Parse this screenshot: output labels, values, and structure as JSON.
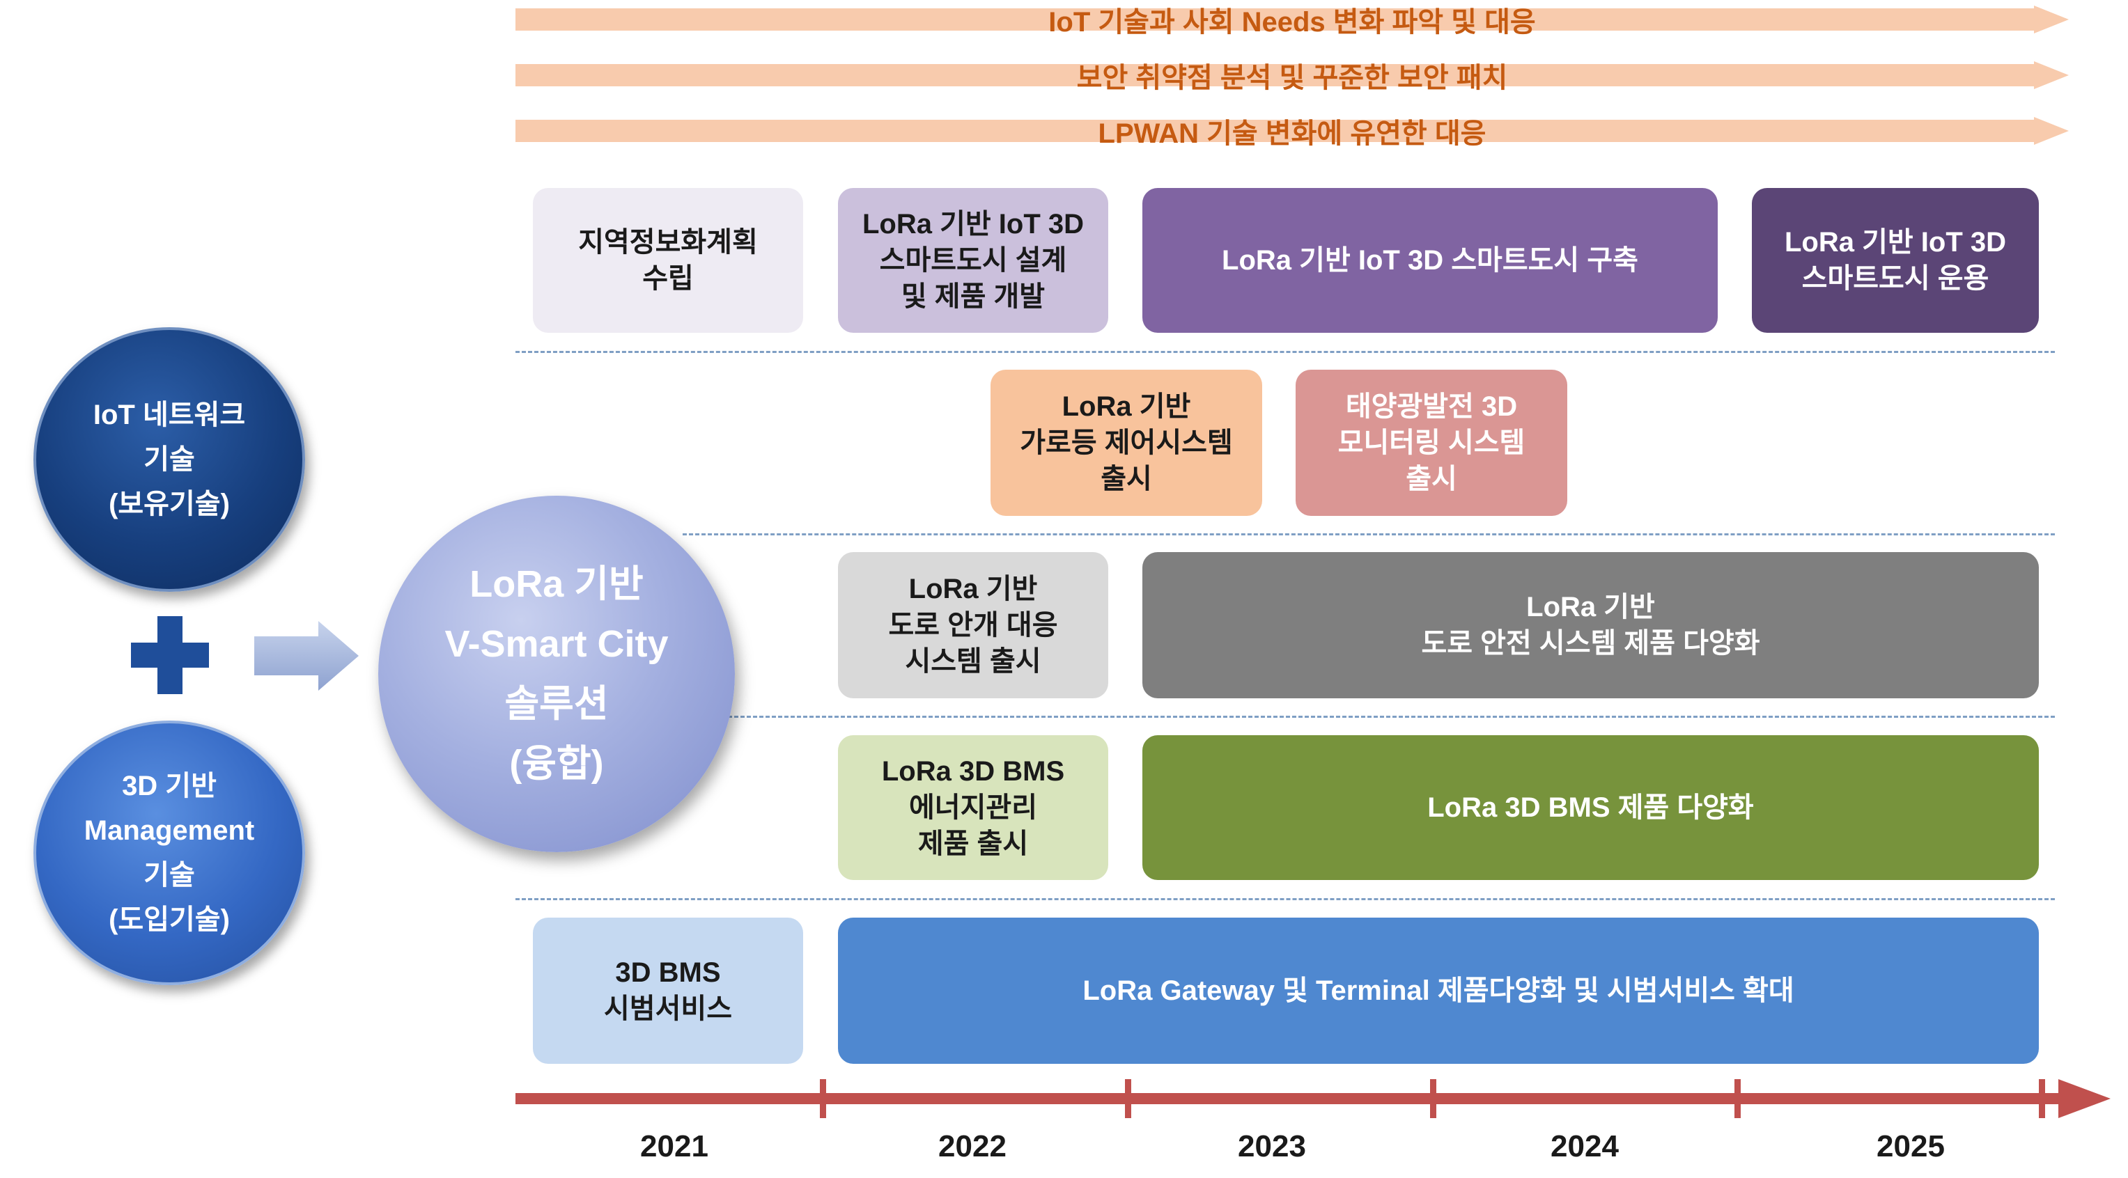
{
  "banners": [
    "IoT 기술과 사회 Needs 변화 파악 및 대응",
    "보안 취약점 분석 및 꾸준한 보안 패치",
    "LPWAN 기술 변화에 유연한 대응"
  ],
  "circles": {
    "iot": "IoT 네트워크\n기술\n(보유기술)",
    "mgmt": "3D 기반\nManagement\n기술\n(도입기술)",
    "solution": "LoRa 기반\nV-Smart City\n솔루션\n(융합)"
  },
  "row1": {
    "b2021": "지역정보화계획\n수립",
    "b2022": "LoRa 기반 IoT 3D\n스마트도시 설계\n및 제품 개발",
    "b2023": "LoRa 기반 IoT 3D 스마트도시 구축",
    "b2025": "LoRa 기반 IoT 3D\n스마트도시 운용"
  },
  "row2": {
    "streetlight": "LoRa 기반\n가로등 제어시스템\n출시",
    "solar": "태양광발전 3D\n모니터링 시스템\n출시"
  },
  "row3": {
    "b2022": "LoRa 기반\n도로 안개 대응\n시스템 출시",
    "b2023": "LoRa 기반\n도로 안전 시스템 제품 다양화"
  },
  "row4": {
    "b2022": "LoRa 3D BMS\n에너지관리\n제품 출시",
    "b2023": "LoRa 3D BMS 제품 다양화"
  },
  "row5": {
    "b2021": "3D BMS\n시범서비스",
    "b2022": "LoRa Gateway 및 Terminal 제품다양화 및 시범서비스 확대"
  },
  "years": [
    "2021",
    "2022",
    "2023",
    "2024",
    "2025"
  ],
  "colors": {
    "banner_fill": "#F8CBAD",
    "banner_text": "#C55A11",
    "timeline": "#C0504D",
    "purple_light": "#EEEBF3",
    "purple_mid": "#CBC0DC",
    "purple": "#8064A2",
    "purple_dark": "#5B4576",
    "orange": "#F8C39C",
    "rose": "#DA9694",
    "gray_light": "#D9D9D9",
    "gray": "#7F7F7F",
    "green_light": "#D8E4BC",
    "green": "#77933C",
    "blue_light": "#C5D9F1",
    "blue": "#4F88D0"
  }
}
